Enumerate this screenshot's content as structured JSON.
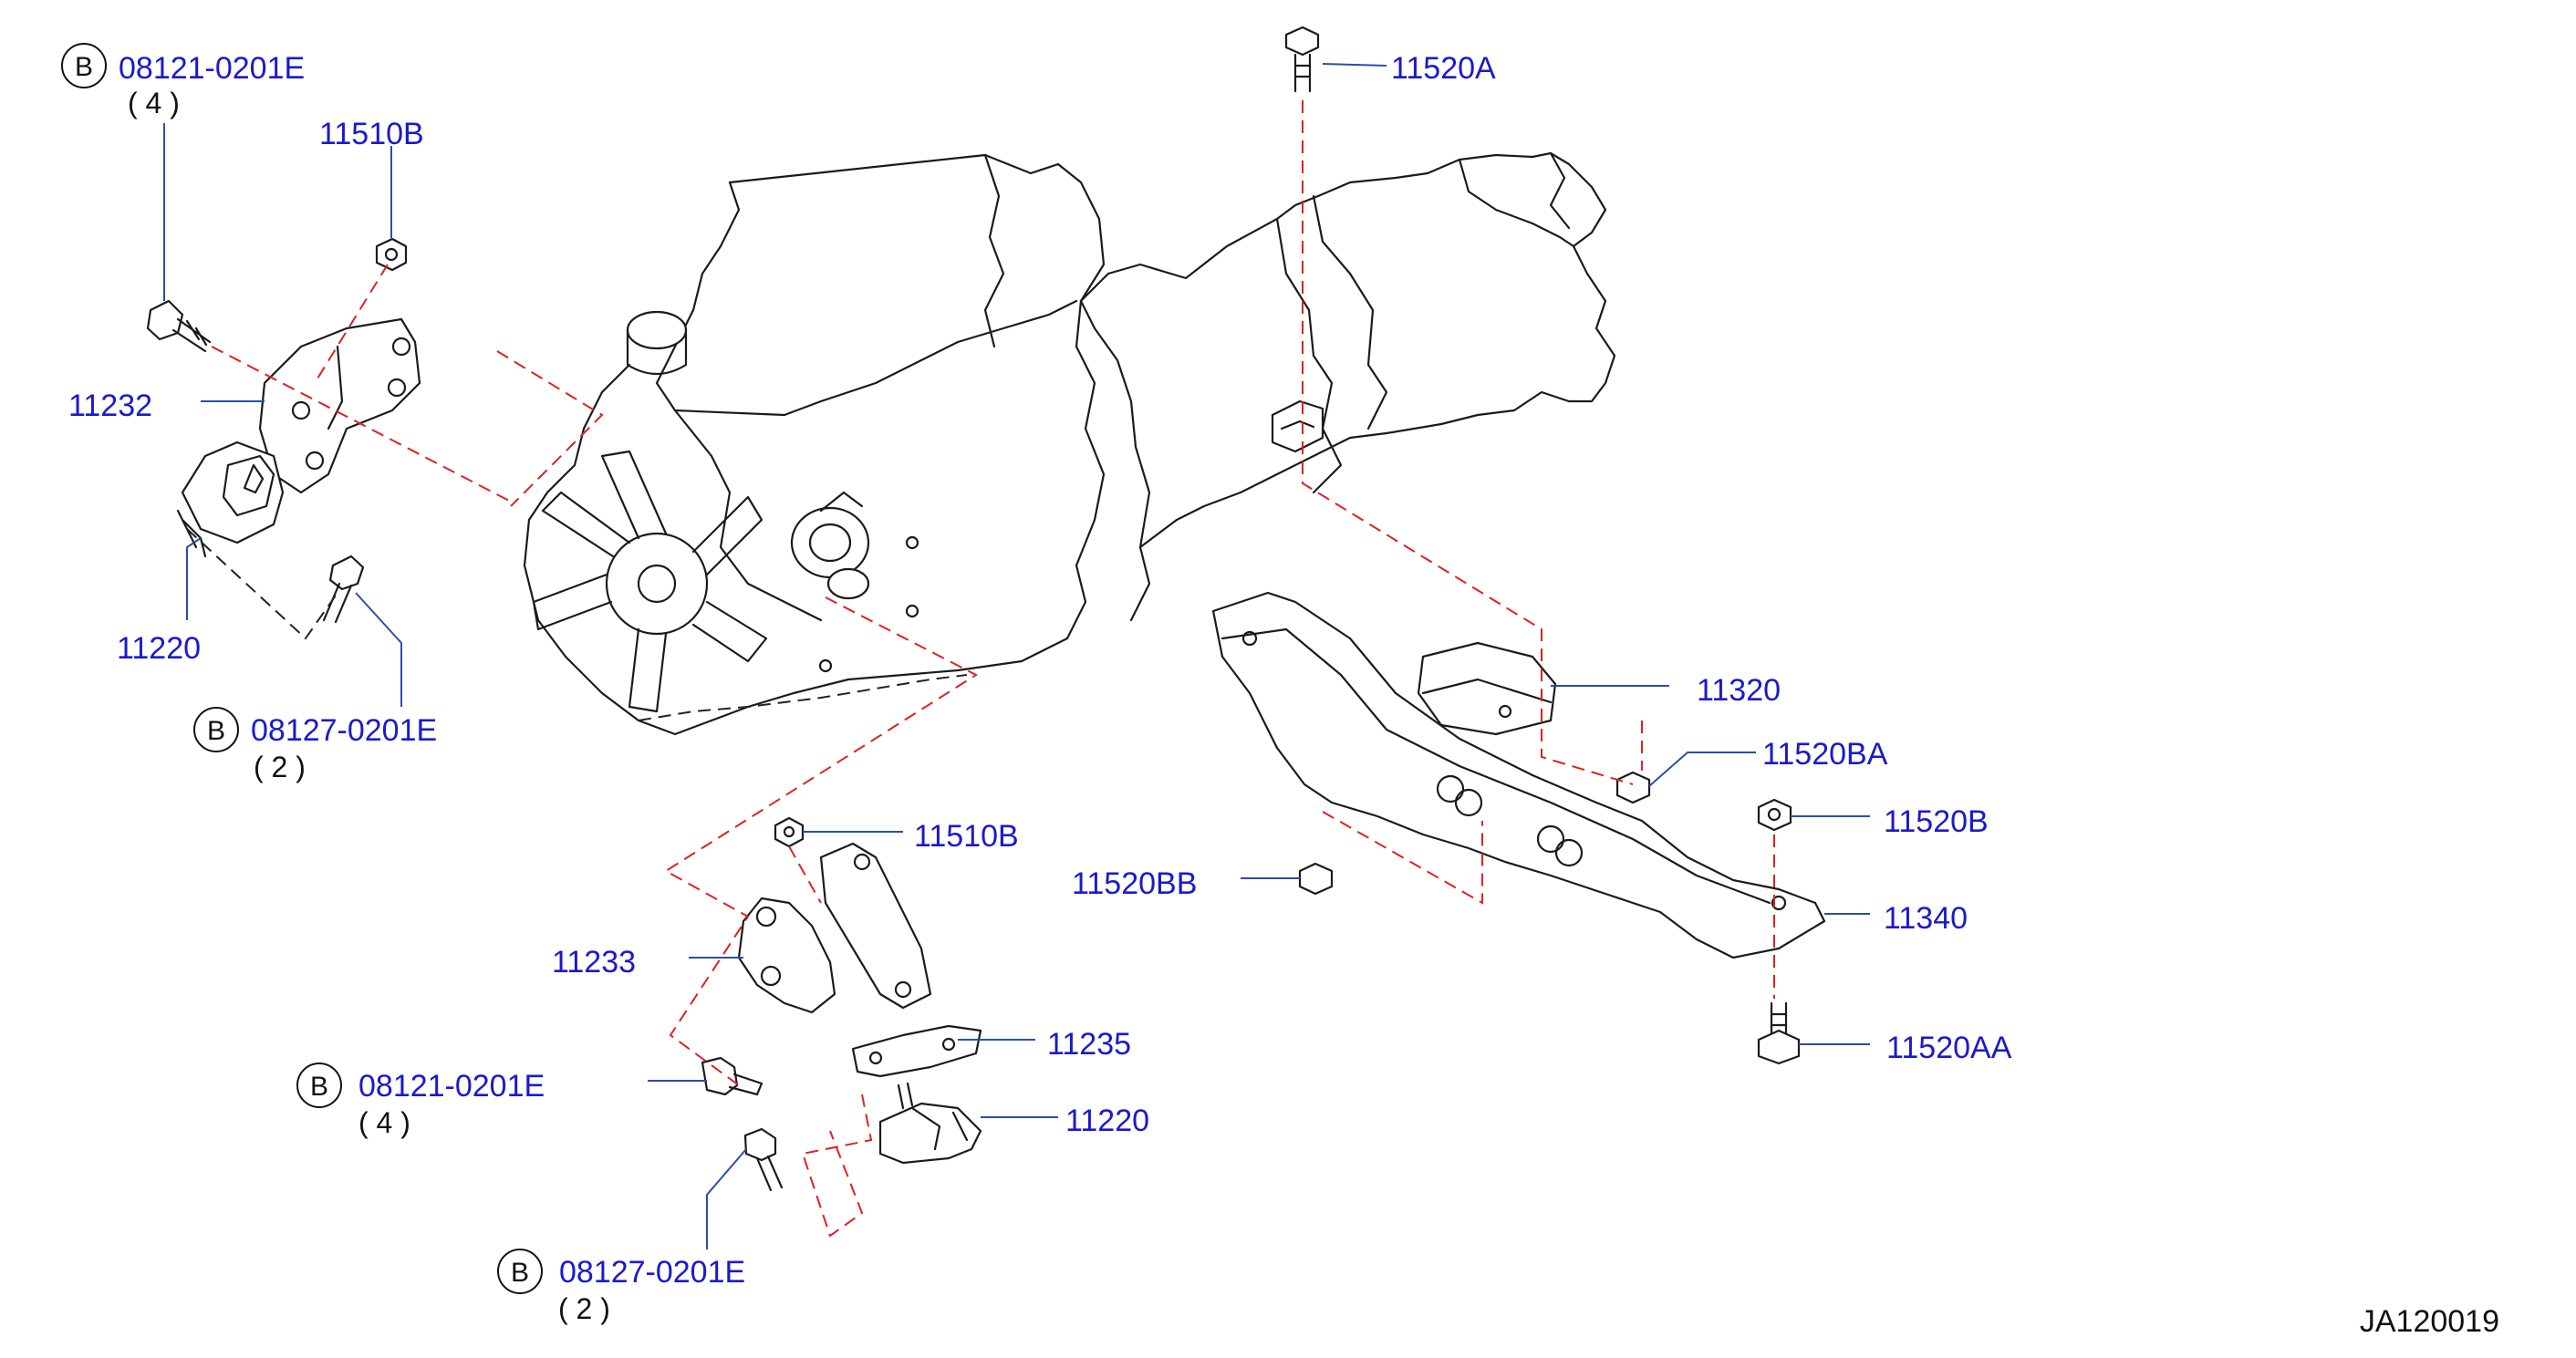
{
  "diagram": {
    "figure_code": "JA120019",
    "callouts": [
      {
        "id": "c-08121-top",
        "part": "08121-0201E",
        "qty": "( 4 )",
        "badge": "B"
      },
      {
        "id": "c-11510b-top",
        "part": "11510B"
      },
      {
        "id": "c-11232",
        "part": "11232"
      },
      {
        "id": "c-11220-left",
        "part": "11220"
      },
      {
        "id": "c-08127-left",
        "part": "08127-0201E",
        "qty": "( 2 )",
        "badge": "B"
      },
      {
        "id": "c-11520a",
        "part": "11520A"
      },
      {
        "id": "c-11320",
        "part": "11320"
      },
      {
        "id": "c-11520ba",
        "part": "11520BA"
      },
      {
        "id": "c-11520b",
        "part": "11520B"
      },
      {
        "id": "c-11520bb",
        "part": "11520BB"
      },
      {
        "id": "c-11340",
        "part": "11340"
      },
      {
        "id": "c-11520aa",
        "part": "11520AA"
      },
      {
        "id": "c-11510b-bottom",
        "part": "11510B"
      },
      {
        "id": "c-11233",
        "part": "11233"
      },
      {
        "id": "c-11235",
        "part": "11235"
      },
      {
        "id": "c-08121-bottom",
        "part": "08121-0201E",
        "qty": "( 4 )",
        "badge": "B"
      },
      {
        "id": "c-11220-bottom",
        "part": "11220"
      },
      {
        "id": "c-08127-bottom",
        "part": "08127-0201E",
        "qty": "( 2 )",
        "badge": "B"
      }
    ]
  }
}
